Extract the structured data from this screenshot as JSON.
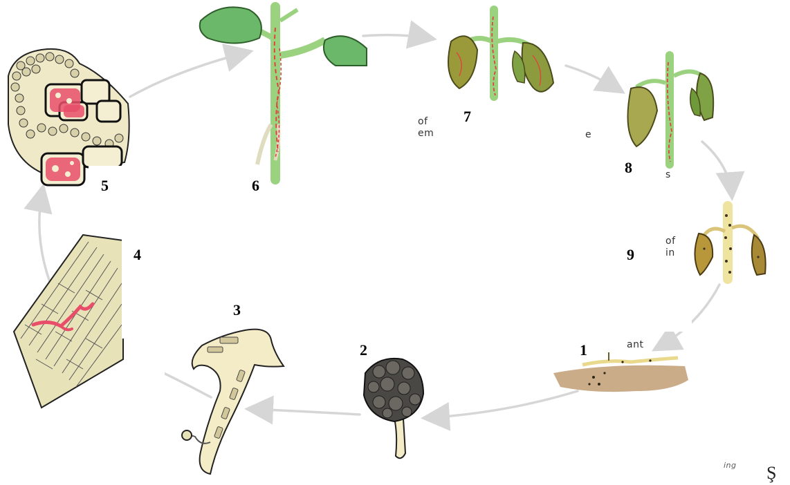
{
  "diagram": {
    "stage_numbers": [
      "1",
      "2",
      "3",
      "4",
      "5",
      "6",
      "7",
      "8",
      "9"
    ],
    "text_fragments": {
      "frag_7a": "of",
      "frag_7b": "em",
      "frag_7c": "e",
      "frag_8": "s",
      "frag_9a": "of",
      "frag_9b": "in",
      "frag_1": "ant",
      "frag_br": "ing"
    },
    "corner_mark": "Ş"
  },
  "colors": {
    "arrow": "#d6d6d6",
    "leaf_green": "#6cb86a",
    "stem_green": "#8fcf78",
    "infection_red": "#e0433f",
    "wilted_leaf": "#9a9a3a",
    "dry_leaf": "#b8963a",
    "soil": "#c4a37c",
    "sclerotium": "#4a4844",
    "cell_fill": "#e8e2b8",
    "root_cream": "#f3ecc6"
  }
}
